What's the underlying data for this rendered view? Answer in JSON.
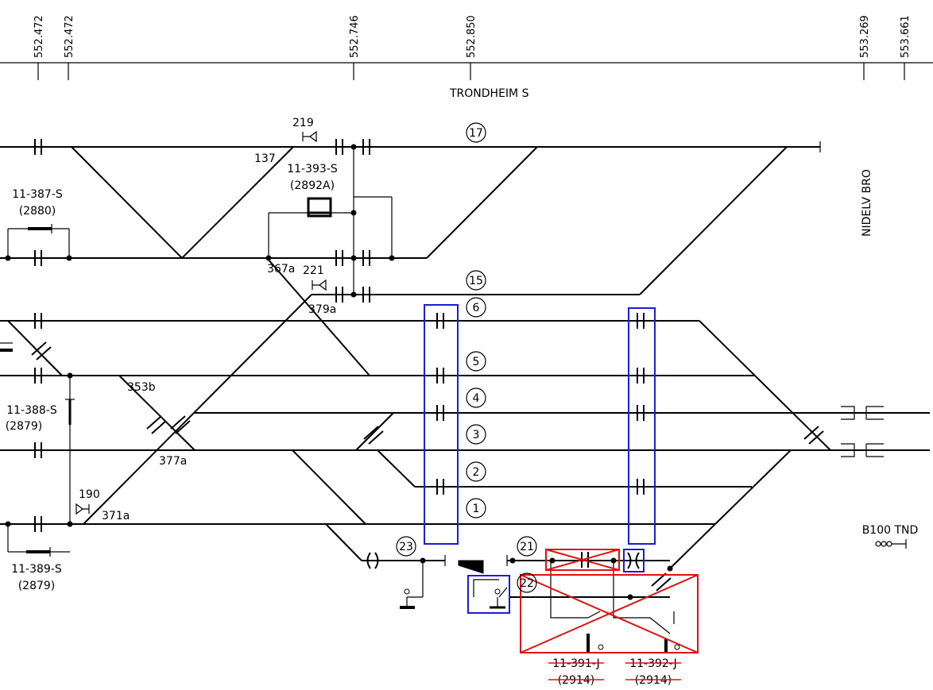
{
  "km_markers": [
    "552.472",
    "552.472",
    "552.746",
    "552.850",
    "553.269",
    "553.661"
  ],
  "station": "TRONDHEIM S",
  "bridge": "NIDELV BRO",
  "track_numbers": [
    "17",
    "15",
    "6",
    "5",
    "4",
    "3",
    "2",
    "1",
    "23",
    "21",
    "22"
  ],
  "signals": [
    "219",
    "221",
    "190"
  ],
  "switch_labels": [
    "137",
    "367a",
    "379a",
    "353b",
    "377a",
    "371a"
  ],
  "disconnectors": [
    {
      "id": "11-387-S",
      "ref": "(2880)"
    },
    {
      "id": "11-393-S",
      "ref": "(2892A)"
    },
    {
      "id": "11-388-S",
      "ref": "(2879)"
    },
    {
      "id": "11-389-S",
      "ref": "(2879)"
    },
    {
      "id": "11-391-J",
      "ref": "(2914)"
    },
    {
      "id": "11-392-J",
      "ref": "(2914)"
    }
  ],
  "feeder": "B100 TND",
  "colors": {
    "line": "#000000",
    "highlight_blue": "#1c1cd6",
    "removed_red": "#e01010"
  }
}
